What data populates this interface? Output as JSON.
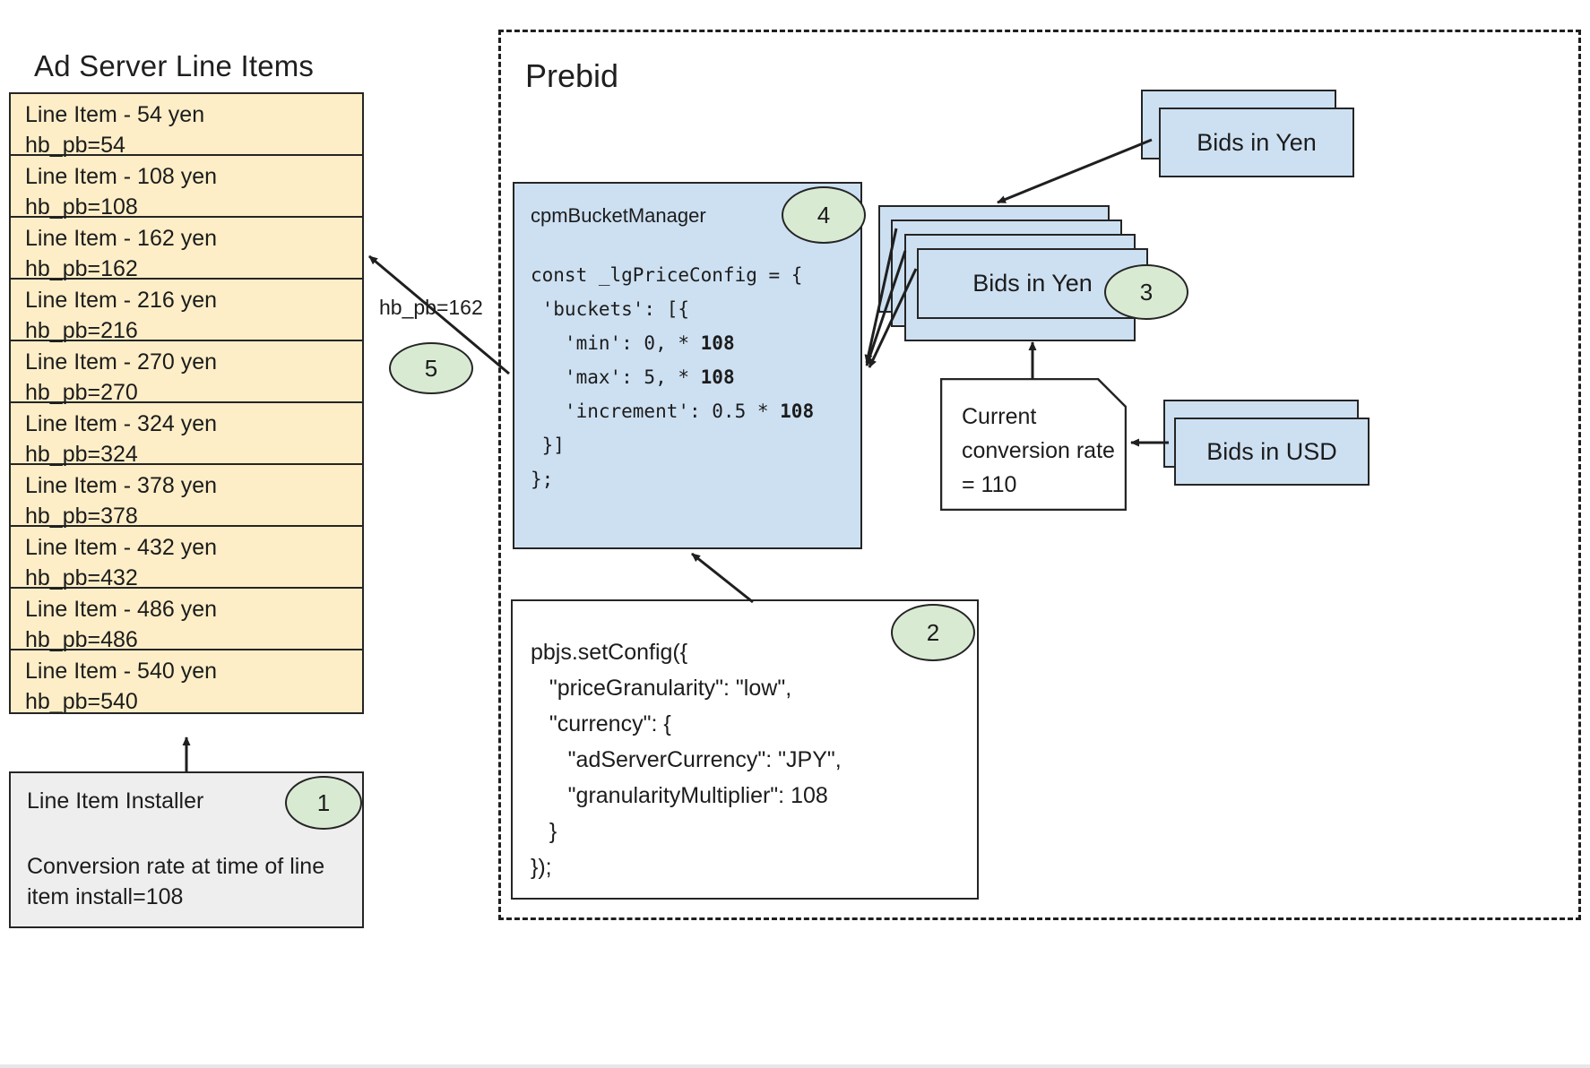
{
  "ad_server": {
    "title": "Ad Server Line Items",
    "line_items": [
      {
        "name": "Line Item - 54 yen",
        "key": "hb_pb=54"
      },
      {
        "name": "Line Item - 108 yen",
        "key": "hb_pb=108"
      },
      {
        "name": "Line Item - 162 yen",
        "key": "hb_pb=162"
      },
      {
        "name": "Line Item - 216 yen",
        "key": "hb_pb=216"
      },
      {
        "name": "Line Item - 270 yen",
        "key": "hb_pb=270"
      },
      {
        "name": "Line Item - 324 yen",
        "key": "hb_pb=324"
      },
      {
        "name": "Line Item - 378 yen",
        "key": "hb_pb=378"
      },
      {
        "name": "Line Item - 432 yen",
        "key": "hb_pb=432"
      },
      {
        "name": "Line Item - 486 yen",
        "key": "hb_pb=486"
      },
      {
        "name": "Line Item - 540 yen",
        "key": "hb_pb=540"
      }
    ]
  },
  "installer": {
    "title": "Line Item Installer",
    "note": "Conversion rate at time of line item install=108",
    "step": "1"
  },
  "prebid": {
    "title": "Prebid",
    "cpm_bucket_manager": {
      "title": "cpmBucketManager",
      "step": "4",
      "code_lines": [
        "const _lgPriceConfig = {",
        " 'buckets': [{",
        "   'min': 0, * 108",
        "   'max': 5, * 108",
        "   'increment': 0.5 * 108",
        " }]",
        "};"
      ]
    },
    "set_config": {
      "step": "2",
      "code_lines": [
        "pbjs.setConfig({",
        "   \"priceGranularity\": \"low\",",
        "   \"currency\": {",
        "      \"adServerCurrency\": \"JPY\",",
        "      \"granularityMultiplier\": 108",
        "   }",
        "});"
      ]
    },
    "bids_yen_incoming": {
      "label": "Bids in Yen"
    },
    "bids_yen_converted": {
      "label": "Bids in Yen",
      "step": "3"
    },
    "bids_usd": {
      "label": "Bids in USD"
    },
    "conversion_note": {
      "text": "Current conversion rate = 110"
    }
  },
  "edges": {
    "hb_pb_label": "hb_pb=162",
    "hb_pb_step": "5"
  },
  "colors": {
    "line_item_fill": "#fdeec7",
    "bid_card_fill": "#cde0f2",
    "bubble_fill": "#d9ead3",
    "installer_fill": "#eeeeee",
    "stroke": "#252525"
  }
}
